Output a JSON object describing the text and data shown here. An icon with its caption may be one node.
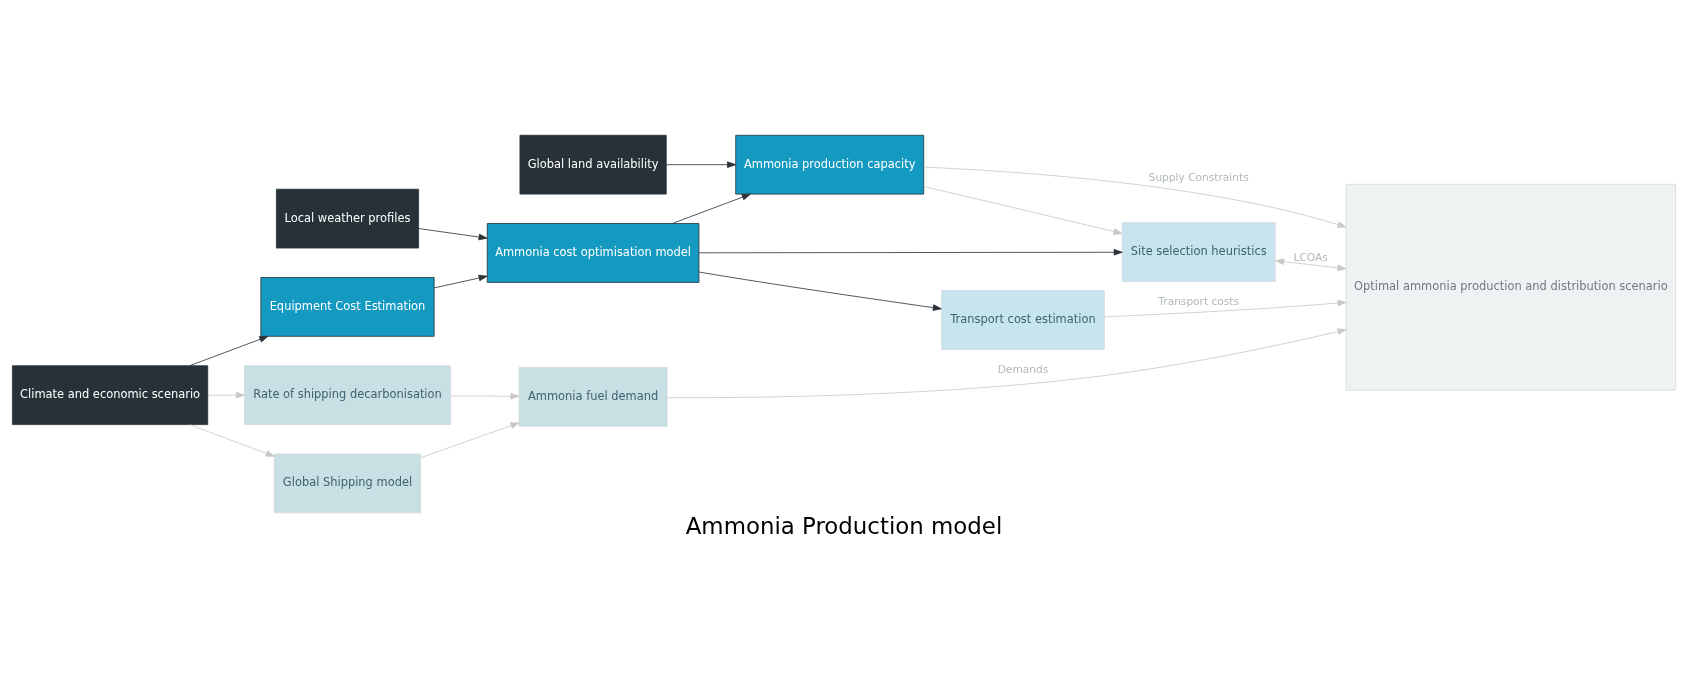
{
  "diagram": {
    "title": "Ammonia Production model",
    "nodes": [
      {
        "text": [
          "Global land availability"
        ]
      },
      {
        "text": [
          "Ammonia production capacity"
        ]
      },
      {
        "text": [
          "Local weather profiles"
        ]
      },
      {
        "text": [
          "Ammonia cost optimisation model"
        ]
      },
      {
        "text": [
          "Site selection heuristics"
        ]
      },
      {
        "text": [
          "Climate and economic scenario"
        ]
      },
      {
        "text": [
          "Equipment Cost Estimation"
        ]
      },
      {
        "text": [
          "Transport cost estimation"
        ]
      },
      {
        "text": [
          "Optimal ammonia production and distribution scenario"
        ]
      },
      {
        "text": [
          "Rate of shipping decarbonisation"
        ]
      },
      {
        "text": [
          "Global Shipping model"
        ]
      },
      {
        "text": [
          "Ammonia fuel demand"
        ]
      }
    ],
    "edges": [
      {
        "from": 0,
        "to": 1,
        "arrow": "to",
        "color": "#2b3338"
      },
      {
        "from": 2,
        "to": 3,
        "arrow": "to",
        "color": "#2b3338"
      },
      {
        "from": 5,
        "to": 6,
        "arrow": "to",
        "color": "#2b3338"
      },
      {
        "from": 6,
        "to": 3,
        "arrow": "to",
        "color": "#2b3338"
      },
      {
        "from": 3,
        "to": 1,
        "arrow": "to",
        "color": "#2b3338"
      },
      {
        "from": 3,
        "to": 4,
        "arrow": "to",
        "color": "#2b3338"
      },
      {
        "from": 3,
        "to": 7,
        "arrow": "to",
        "color": "#2b3338"
      },
      {
        "from": 1,
        "to": 8,
        "label": "Supply Constraints",
        "arrow": "to"
      },
      {
        "from": 1,
        "to": 4,
        "arrow": "to"
      },
      {
        "from": 4,
        "to": 8,
        "label": "LCOAs",
        "arrow": "both"
      },
      {
        "from": 7,
        "to": 8,
        "label": "Transport costs",
        "arrow": "to"
      },
      {
        "from": 11,
        "to": 8,
        "label": "Demands",
        "arrow": "to"
      },
      {
        "from": 5,
        "to": 9,
        "arrow": "to"
      },
      {
        "from": 5,
        "to": 10,
        "arrow": "to"
      },
      {
        "from": 10,
        "to": 11,
        "arrow": "to"
      },
      {
        "from": 9,
        "to": 11,
        "arrow": "to"
      }
    ]
  }
}
